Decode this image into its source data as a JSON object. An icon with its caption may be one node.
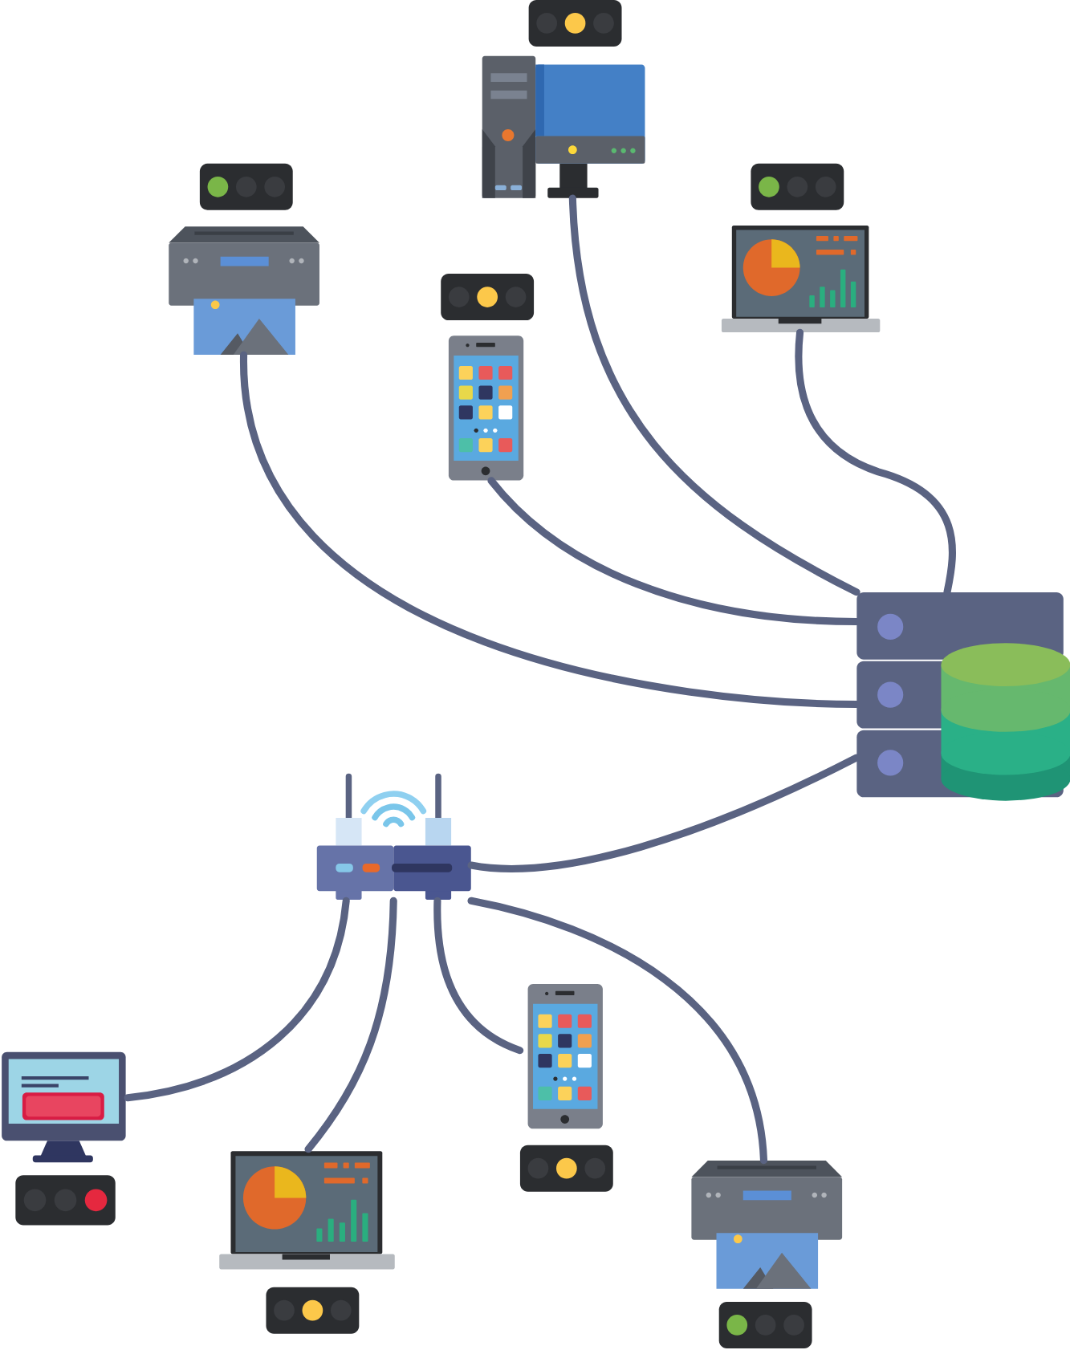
{
  "diagram": {
    "nodes": [
      {
        "text": [],
        "shape": "picture"
      },
      {
        "text": [],
        "shape": "picture"
      },
      {
        "text": [],
        "shape": "picture"
      },
      {
        "text": [],
        "shape": "picture"
      },
      {
        "text": [],
        "shape": "picture"
      },
      {
        "text": [],
        "shape": "picture"
      },
      {
        "text": [],
        "shape": "picture"
      },
      {
        "text": [],
        "shape": "picture"
      },
      {
        "text": [],
        "shape": "picture"
      },
      {
        "text": [],
        "shape": "picture"
      }
    ],
    "edges": [
      {
        "from": 0,
        "to": 4,
        "arrow": "none"
      },
      {
        "from": 2,
        "to": 4,
        "arrow": "none"
      },
      {
        "from": 3,
        "to": 4,
        "arrow": "none"
      },
      {
        "from": 1,
        "to": 4,
        "arrow": "none"
      },
      {
        "from": 4,
        "to": 5,
        "arrow": "none"
      },
      {
        "from": 5,
        "to": 7,
        "arrow": "none"
      },
      {
        "from": 5,
        "to": 9,
        "arrow": "none"
      },
      {
        "from": 5,
        "to": 6,
        "arrow": "none"
      },
      {
        "from": 5,
        "to": 8,
        "arrow": "none"
      }
    ]
  }
}
